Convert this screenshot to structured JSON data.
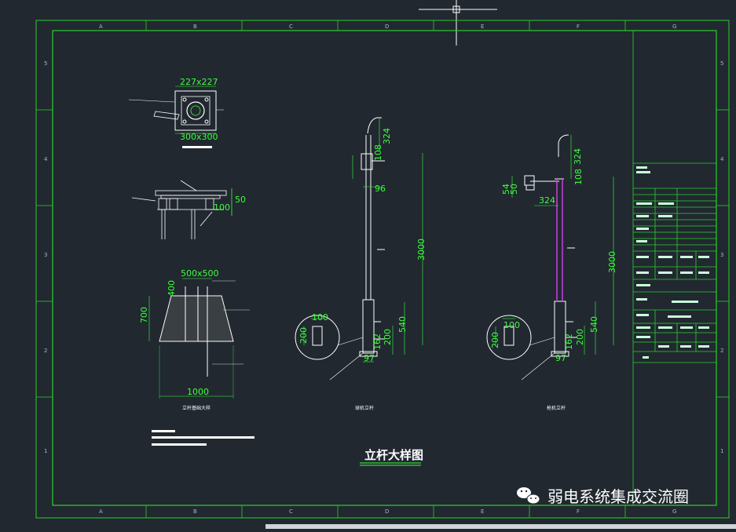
{
  "drawing_title": "立杆大样图",
  "watermark": "弱电系统集成交流圈",
  "column_labels": [
    "A",
    "B",
    "C",
    "D",
    "E",
    "F",
    "G"
  ],
  "row_labels": [
    "5",
    "4",
    "3",
    "2",
    "1"
  ],
  "dimensions": {
    "plate_top": "227x227",
    "plate_bottom": "300x300",
    "foundation_top": "500x500",
    "foundation_height": "700",
    "foundation_depth": "400",
    "foundation_width": "1000",
    "pole_height": "3000",
    "arm_a": "324",
    "arm_b": "108",
    "arm_c": "96",
    "door_w": "100",
    "door_h": "200",
    "base_162": "162",
    "base_200": "200",
    "base_540": "540",
    "base_97": "97",
    "rib_100": "100",
    "rib_50": "50",
    "cam_54": "54",
    "cam_50": "50"
  },
  "colors": {
    "background": "#212830",
    "frame": "#2ad12a",
    "dimension": "#3cff3c",
    "object": "#ffffff",
    "highlight": "#c03cd8"
  }
}
